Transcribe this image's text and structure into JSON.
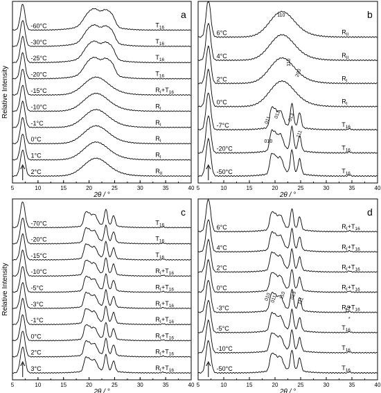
{
  "figure": {
    "ylabel": "Relative Intensity",
    "xlabel": "2θ / °",
    "xticks": [
      "5",
      "10",
      "15",
      "20",
      "25",
      "30",
      "35",
      "40"
    ]
  },
  "chart_data": [
    {
      "panel": "a",
      "type": "line",
      "xlabel": "2θ / °",
      "ylabel": "Relative Intensity",
      "xlim": [
        5,
        40
      ],
      "grid": false,
      "arrow_x": 7,
      "traces": [
        {
          "temp": "-60°C",
          "phase": "T16",
          "kind": "T16"
        },
        {
          "temp": "-30°C",
          "phase": "T16",
          "kind": "T16"
        },
        {
          "temp": "-25°C",
          "phase": "T16",
          "kind": "T16"
        },
        {
          "temp": "-20°C",
          "phase": "T16",
          "kind": "T16"
        },
        {
          "temp": "-15°C",
          "phase": "RI+T16",
          "kind": "R"
        },
        {
          "temp": "-10°C",
          "phase": "RI",
          "kind": "R"
        },
        {
          "temp": "-1°C",
          "phase": "RI",
          "kind": "R"
        },
        {
          "temp": "0°C",
          "phase": "RI",
          "kind": "R"
        },
        {
          "temp": "1°C",
          "phase": "RI",
          "kind": "R"
        },
        {
          "temp": "2°C",
          "phase": "RII",
          "kind": "R"
        }
      ],
      "annotations": []
    },
    {
      "panel": "b",
      "type": "line",
      "xlabel": "2θ / °",
      "ylabel": "",
      "xlim": [
        5,
        40
      ],
      "grid": false,
      "arrow_x": 7,
      "traces": [
        {
          "temp": "6°C",
          "phase": "RII",
          "kind": "R"
        },
        {
          "temp": "4°C",
          "phase": "RII",
          "kind": "R"
        },
        {
          "temp": "2°C",
          "phase": "RI",
          "kind": "R"
        },
        {
          "temp": "0°C",
          "phase": "RI",
          "kind": "R"
        },
        {
          "temp": "-7°C",
          "phase": "T16",
          "kind": "T"
        },
        {
          "temp": "-20°C",
          "phase": "T16",
          "kind": "T"
        },
        {
          "temp": "-50°C",
          "phase": "T16",
          "kind": "T"
        }
      ],
      "annotations": [
        "110",
        "110",
        "200",
        "011",
        "012",
        "013",
        "010",
        "111"
      ]
    },
    {
      "panel": "c",
      "type": "line",
      "xlabel": "2θ / °",
      "ylabel": "Relative Intensity",
      "xlim": [
        5,
        40
      ],
      "grid": false,
      "arrow_x": 7,
      "traces": [
        {
          "temp": "-70°C",
          "phase": "T16",
          "kind": "T"
        },
        {
          "temp": "-20°C",
          "phase": "T16",
          "kind": "T"
        },
        {
          "temp": "-15°C",
          "phase": "T16",
          "kind": "T"
        },
        {
          "temp": "-10°C",
          "phase": "RI+T16",
          "kind": "T"
        },
        {
          "temp": "-5°C",
          "phase": "RI+T16",
          "kind": "T"
        },
        {
          "temp": "-3°C",
          "phase": "RI+T16",
          "kind": "T"
        },
        {
          "temp": "-1°C",
          "phase": "RI+T16",
          "kind": "T"
        },
        {
          "temp": "0°C",
          "phase": "RI+T16",
          "kind": "T"
        },
        {
          "temp": "2°C",
          "phase": "RI+T16",
          "kind": "T"
        },
        {
          "temp": "3°C",
          "phase": "RI+T16",
          "kind": "T"
        }
      ],
      "annotations": []
    },
    {
      "panel": "d",
      "type": "line",
      "xlabel": "2θ / °",
      "ylabel": "",
      "xlim": [
        5,
        40
      ],
      "grid": false,
      "arrow_x": 7,
      "traces": [
        {
          "temp": "6°C",
          "phase": "RI+T16",
          "kind": "T"
        },
        {
          "temp": "4°C",
          "phase": "RI+T16",
          "kind": "T"
        },
        {
          "temp": "2°C",
          "phase": "RI+T16",
          "kind": "T"
        },
        {
          "temp": "0°C",
          "phase": "RI+T16",
          "kind": "T"
        },
        {
          "temp": "-3°C",
          "phase": "RI+T16",
          "kind": "T"
        },
        {
          "temp": "-5°C",
          "phase": "T16",
          "kind": "T"
        },
        {
          "temp": "-10°C",
          "phase": "T16",
          "kind": "T"
        },
        {
          "temp": "-50°C",
          "phase": "T16",
          "kind": "T"
        }
      ],
      "annotations": [
        "010",
        "011",
        "110",
        "013",
        "111",
        "110",
        "*"
      ]
    }
  ]
}
